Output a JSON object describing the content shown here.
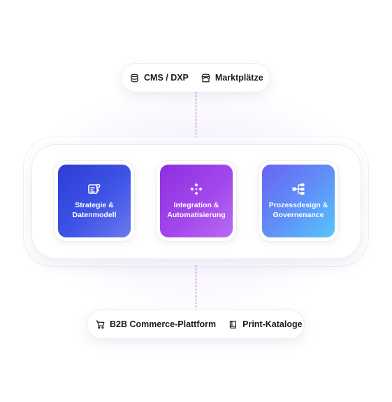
{
  "top_pill": {
    "items": [
      {
        "label": "CMS / DXP",
        "icon": "database-icon"
      },
      {
        "label": "Marktplätze",
        "icon": "storefront-icon"
      }
    ]
  },
  "center": {
    "cards": [
      {
        "line1": "Strategie &",
        "line2": "Datenmodell",
        "icon": "data-model-icon",
        "color": "#3f55e6"
      },
      {
        "line1": "Integration &",
        "line2": "Automatisierung",
        "icon": "integration-icon",
        "color": "#a347ec"
      },
      {
        "line1": "Prozessdesign &",
        "line2": "Governenance",
        "icon": "process-tree-icon",
        "color": "#5f93f8"
      }
    ]
  },
  "bottom_pill": {
    "items": [
      {
        "label": "B2B Commerce-Plattform",
        "icon": "cart-icon"
      },
      {
        "label": "Print-Kataloge",
        "icon": "book-icon"
      }
    ]
  },
  "colors": {
    "connector": "#a35ad6",
    "glow": "#c4aaf0"
  }
}
